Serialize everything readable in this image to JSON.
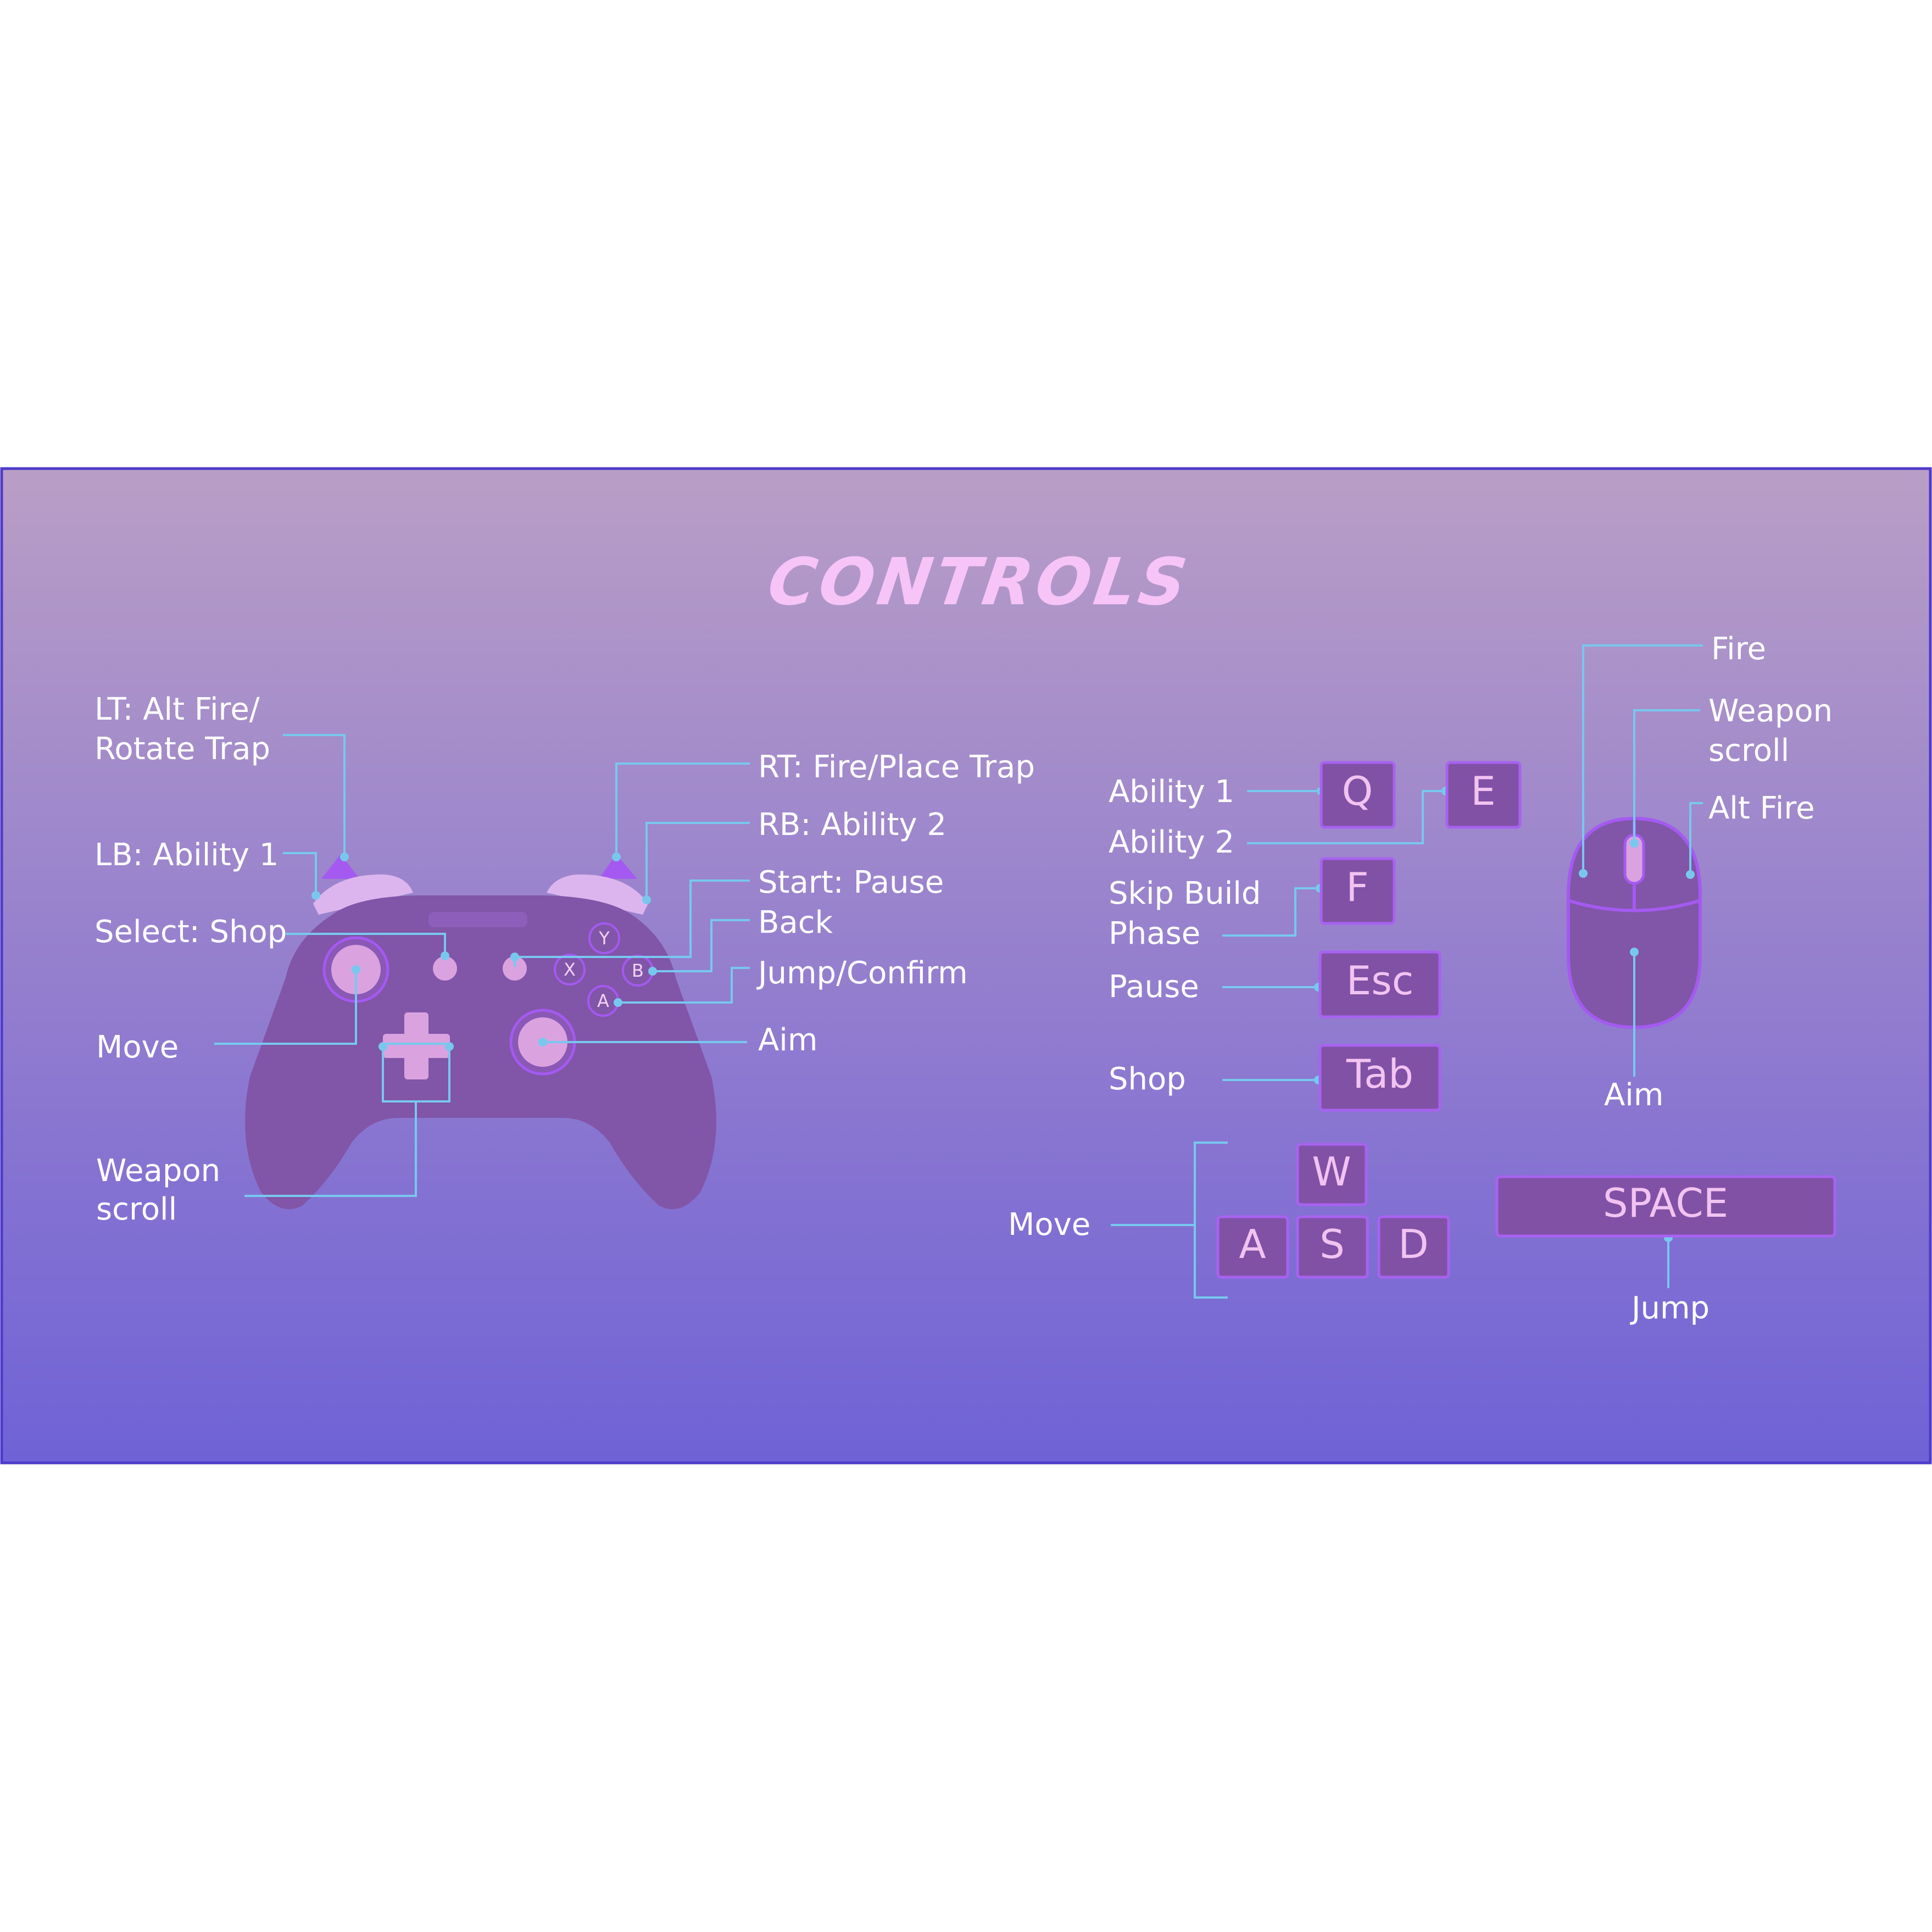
{
  "title": "CONTROLS",
  "colors": {
    "bg_top": "#B99EC6",
    "bg_bottom": "#6F62D6",
    "border": "#4E3BC9",
    "title": "#F7C4F7",
    "text": "#FFFFFF",
    "leader": "#78C8EE",
    "device": "#8155A8",
    "accent": "#DAA3E0",
    "key_face": "#8151A6",
    "key_edge": "#A862F0",
    "key_text": "#F2C3F1"
  },
  "controller": {
    "face_buttons": {
      "y": "Y",
      "x": "X",
      "b": "B",
      "a": "A"
    },
    "labels": {
      "lt": [
        "LT: Alt Fire/",
        "Rotate Trap"
      ],
      "lb": "LB: Ability 1",
      "select": "Select: Shop",
      "move": "Move",
      "weapon": [
        "Weapon",
        "scroll"
      ],
      "rt": "RT: Fire/Place Trap",
      "rb": "RB: Ability 2",
      "start": "Start: Pause",
      "back": "Back",
      "jump": "Jump/Confirm",
      "aim": "Aim"
    }
  },
  "keyboard": {
    "labels": {
      "ability1": "Ability 1",
      "ability2": "Ability 2",
      "skip": [
        "Skip Build",
        "Phase"
      ],
      "pause": "Pause",
      "shop": "Shop",
      "move": "Move",
      "jump": "Jump"
    },
    "keys": {
      "q": "Q",
      "e": "E",
      "f": "F",
      "esc": "Esc",
      "tab": "Tab",
      "w": "W",
      "a": "A",
      "s": "S",
      "d": "D",
      "space": "SPACE"
    }
  },
  "mouse": {
    "labels": {
      "fire": "Fire",
      "weapon": [
        "Weapon",
        "scroll"
      ],
      "alt": "Alt Fire",
      "aim": "Aim"
    }
  }
}
